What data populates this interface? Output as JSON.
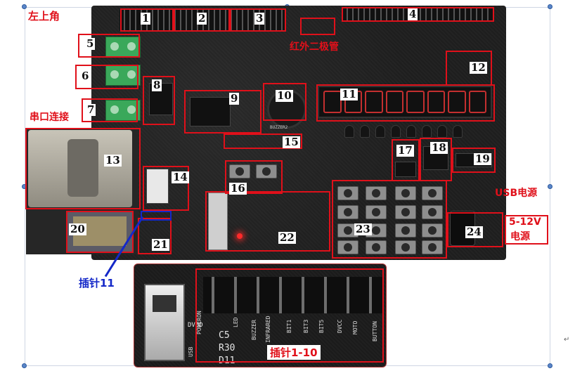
{
  "labels": {
    "top_left": "左上角",
    "infrared_diode": "红外二极管",
    "serial_port": "串口连接",
    "usb_power": "USB电源",
    "dc_power_line1": "5-12V",
    "dc_power_line2": "电源",
    "pin11": "插针11",
    "pins_1_10": "插针1-10"
  },
  "numbers": [
    "1",
    "2",
    "3",
    "4",
    "5",
    "6",
    "7",
    "8",
    "9",
    "10",
    "11",
    "12",
    "13",
    "14",
    "15",
    "16",
    "17",
    "18",
    "19",
    "20",
    "21",
    "22",
    "23",
    "24"
  ],
  "silkscreen": {
    "c5": "C5",
    "r30": "R30",
    "d11": "D11",
    "usb": "USB",
    "poweron": "POWERON",
    "dvdd": "DVDD",
    "led": "LED",
    "buzzer": "BUZZER",
    "infrared": "INFRARED",
    "bit1": "BIT1",
    "bit3": "BIT3",
    "bit5": "BIT5",
    "dvcc": "DVCC",
    "motor": "MOTO",
    "button": "BUTTON",
    "board_buzzer": "BUZZER2"
  },
  "colors": {
    "label_red": "#e0101a",
    "label_blue": "#1428c8",
    "pcb": "#1e1e1e",
    "terminal_green": "#3aa85a",
    "segment_red": "#ff3a3a"
  }
}
